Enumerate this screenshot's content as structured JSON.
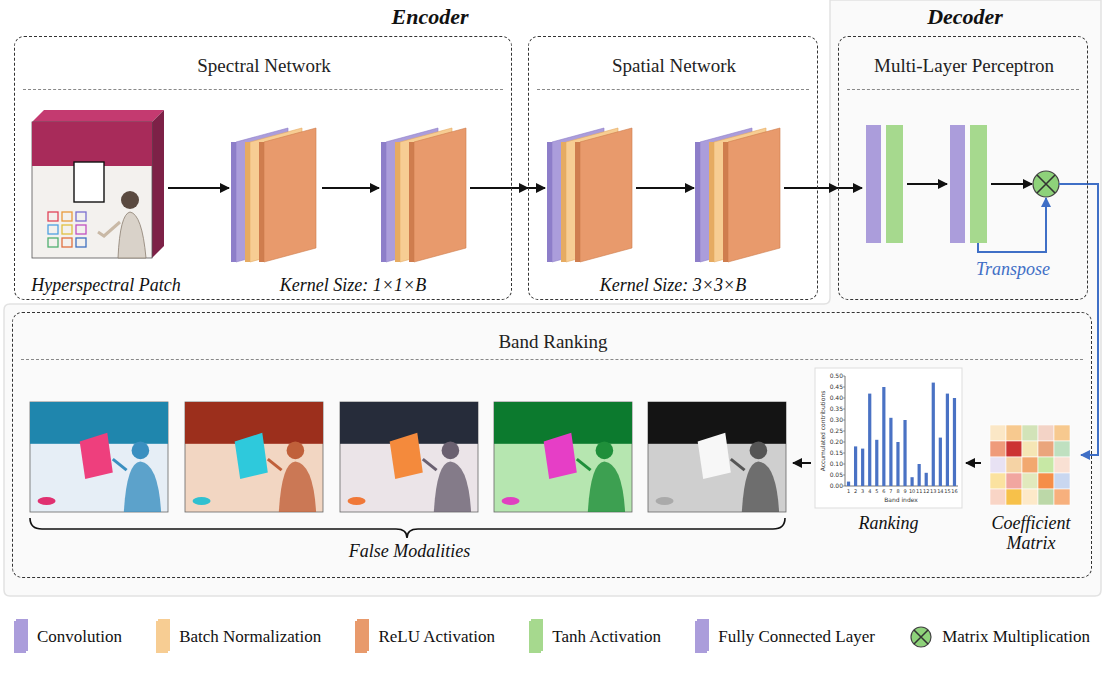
{
  "diagram": {
    "nodes": [
      {
        "text": [
          "Spectral Network",
          "Hyperspectral Patch",
          "Kernel Size: 1×1×B"
        ]
      },
      {
        "text": [
          "Spatial Network",
          "Kernel Size: 3×3×B"
        ]
      },
      {
        "text": [
          "Multi-Layer Perceptron",
          "Transpose"
        ]
      },
      {
        "text": [
          "Band Ranking"
        ]
      },
      {
        "text": [
          "False Modalities"
        ],
        "in": 3
      },
      {
        "text": [
          "Ranking"
        ],
        "in": 3
      },
      {
        "text": [
          "Coefficient Matrix"
        ],
        "in": 3
      }
    ],
    "edges": [
      {
        "from": 0,
        "to": 1,
        "arrow": "to"
      },
      {
        "from": 1,
        "to": 2,
        "arrow": "to"
      },
      {
        "from": 2,
        "to": 6,
        "arrow": "to"
      },
      {
        "from": 6,
        "to": 5,
        "arrow": "to"
      },
      {
        "from": 5,
        "to": 4,
        "arrow": "to"
      }
    ],
    "labels": [
      "Encoder",
      "Decoder",
      "0.00",
      "0.05",
      "0.10",
      "0.15",
      "0.20",
      "0.25",
      "0.30",
      "0.35",
      "0.40",
      "0.45",
      "0.50",
      "Accumulated contributions",
      "1",
      "2",
      "3",
      "4",
      "5",
      "6",
      "7",
      "8",
      "9",
      "10",
      "11",
      "12",
      "13",
      "14",
      "15",
      "16",
      "Band index"
    ],
    "legend": [
      {
        "text": "Convolution",
        "color": "#ab9ddb"
      },
      {
        "text": "Batch Normalization",
        "color": "#f7cd93"
      },
      {
        "text": "ReLU Activation",
        "color": "#e89a6c"
      },
      {
        "text": "Tanh Activation",
        "color": "#a6d98e"
      },
      {
        "text": "Fully Connected Layer",
        "color": "#ab9ddb"
      },
      {
        "text": "Matrix Multiplication"
      }
    ]
  }
}
